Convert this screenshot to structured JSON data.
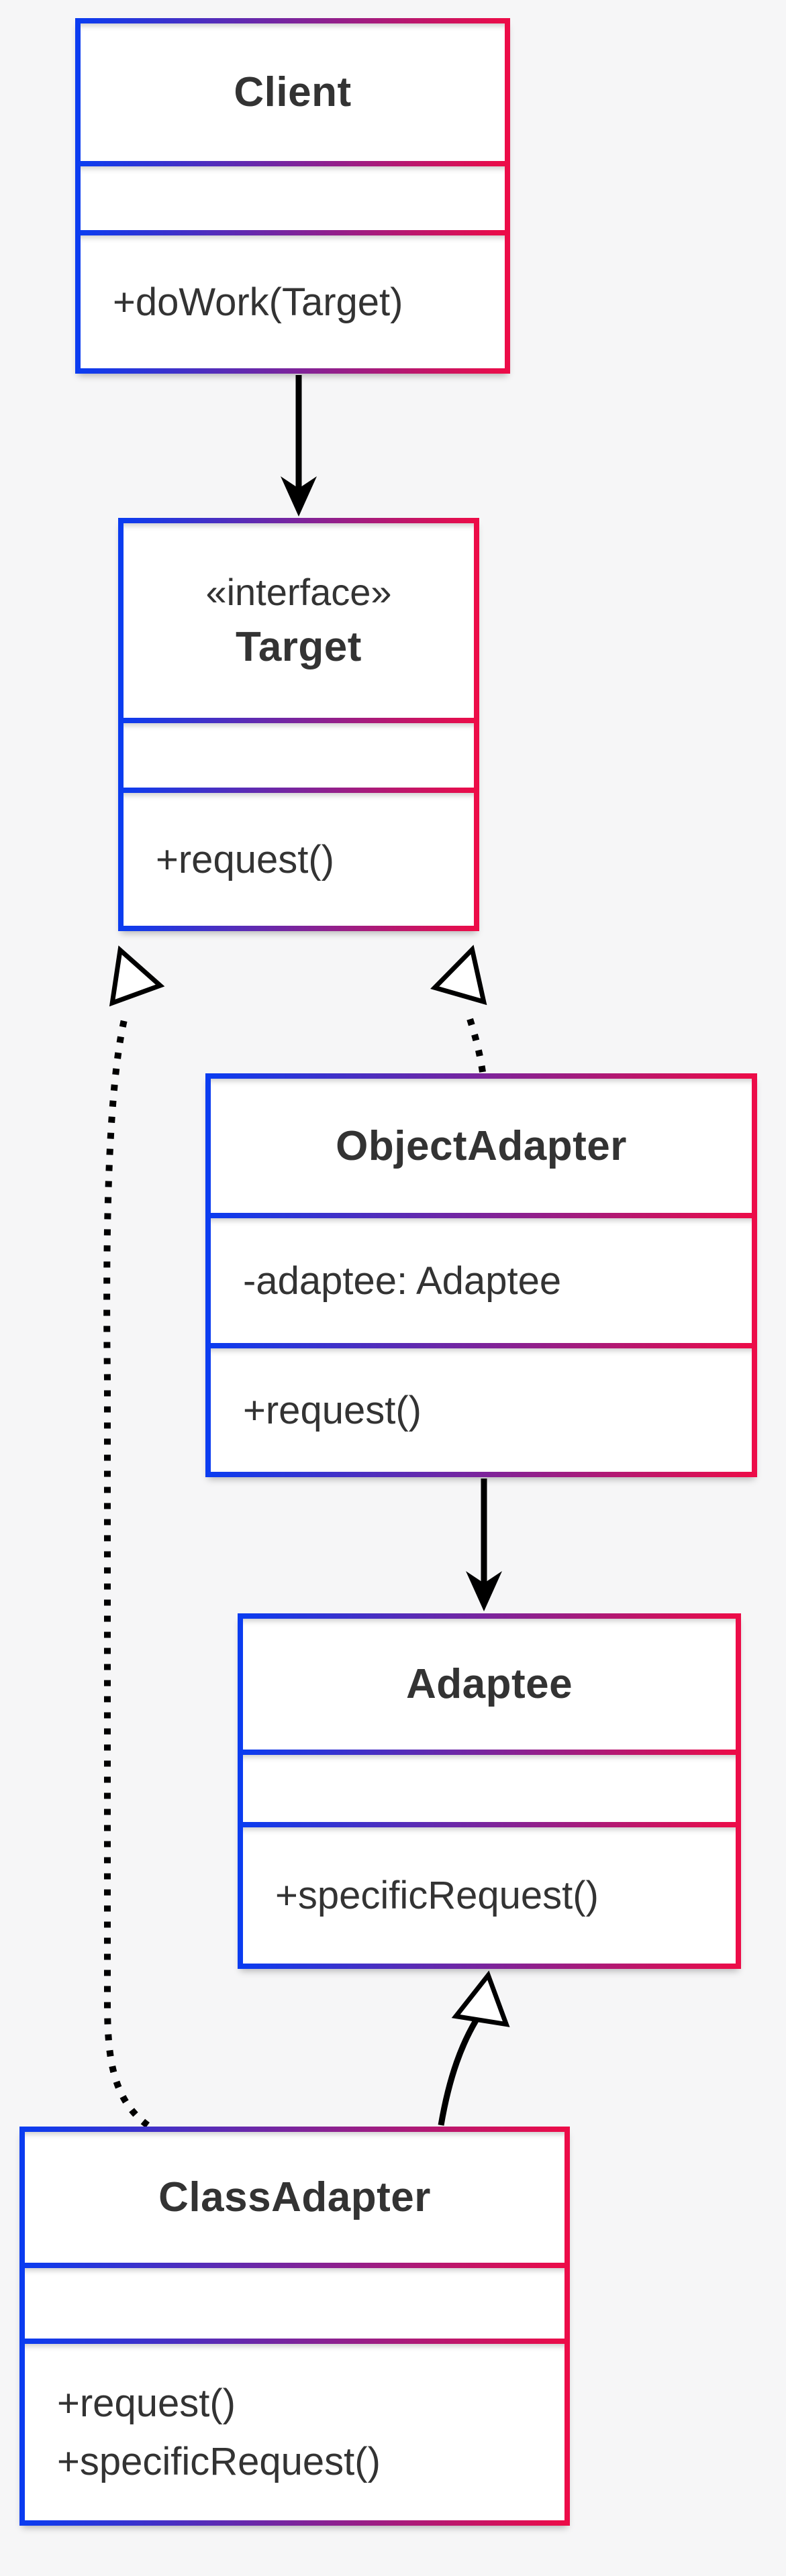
{
  "diagram": {
    "type": "uml-class-diagram",
    "classes": [
      {
        "name": "Client",
        "stereotype": "",
        "attributes": [],
        "methods": [
          "+doWork(Target)"
        ]
      },
      {
        "name": "Target",
        "stereotype": "«interface»",
        "attributes": [],
        "methods": [
          "+request()"
        ]
      },
      {
        "name": "ObjectAdapter",
        "stereotype": "",
        "attributes": [
          "-adaptee: Adaptee"
        ],
        "methods": [
          "+request()"
        ]
      },
      {
        "name": "Adaptee",
        "stereotype": "",
        "attributes": [],
        "methods": [
          "+specificRequest()"
        ]
      },
      {
        "name": "ClassAdapter",
        "stereotype": "",
        "attributes": [],
        "methods": [
          "+request()",
          "+specificRequest()"
        ]
      }
    ],
    "relationships": [
      {
        "from": "Client",
        "to": "Target",
        "type": "dependency",
        "line": "solid",
        "arrowhead": "open-arrow"
      },
      {
        "from": "ObjectAdapter",
        "to": "Target",
        "type": "realization",
        "line": "dotted",
        "arrowhead": "hollow-triangle"
      },
      {
        "from": "ObjectAdapter",
        "to": "Adaptee",
        "type": "dependency",
        "line": "solid",
        "arrowhead": "open-arrow"
      },
      {
        "from": "ClassAdapter",
        "to": "Target",
        "type": "realization",
        "line": "dotted",
        "arrowhead": "hollow-triangle"
      },
      {
        "from": "ClassAdapter",
        "to": "Adaptee",
        "type": "inheritance",
        "line": "solid",
        "arrowhead": "hollow-triangle"
      }
    ],
    "colors": {
      "gradient_start": "#0b3cf0",
      "gradient_end": "#ec0c48",
      "text": "#333333",
      "edge": "#000000",
      "box_fill": "#ffffff",
      "background": "#f6f6f7"
    }
  }
}
